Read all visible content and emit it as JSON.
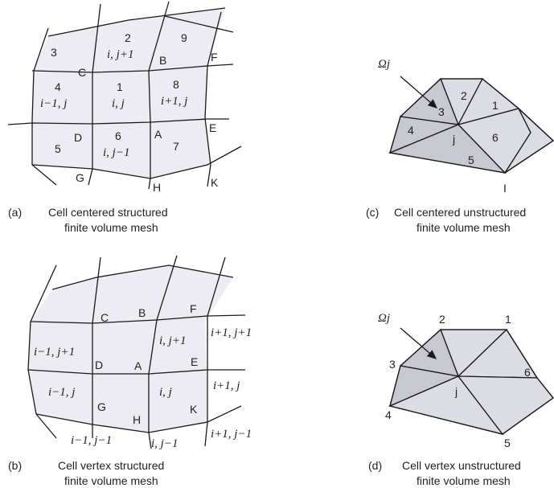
{
  "panel_a": {
    "caption_tag": "(a)",
    "caption_line1": "Cell centered structured",
    "caption_line2": "finite volume mesh",
    "cells": [
      {
        "num": "2",
        "idx": "i, j+1"
      },
      {
        "num": "9",
        "idx": ""
      },
      {
        "num": "3",
        "idx": ""
      },
      {
        "num": "4",
        "idx": "i−1, j"
      },
      {
        "num": "1",
        "idx": "i, j"
      },
      {
        "num": "8",
        "idx": "i+1, j"
      },
      {
        "num": "5",
        "idx": ""
      },
      {
        "num": "6",
        "idx": "i, j−1"
      },
      {
        "num": "7",
        "idx": ""
      }
    ],
    "points": [
      "C",
      "B",
      "F",
      "D",
      "A",
      "E",
      "G",
      "H",
      "K"
    ]
  },
  "panel_b": {
    "caption_tag": "(b)",
    "caption_line1": "Cell vertex structured",
    "caption_line2": "finite volume mesh",
    "points": [
      "C",
      "B",
      "F",
      "D",
      "A",
      "E",
      "G",
      "H",
      "K"
    ],
    "indices": [
      "i−1, j+1",
      "i, j+1",
      "i+1, j+1",
      "i−1, j",
      "i, j",
      "i+1, j",
      "i−1, j−1",
      "i, j−1",
      "i+1, j−1"
    ]
  },
  "panel_c": {
    "caption_tag": "(c)",
    "caption_line1": "Cell centered unstructured",
    "caption_line2": "finite volume mesh",
    "omega": "Ωj",
    "cells": [
      "2",
      "1",
      "3",
      "4",
      "6",
      "5"
    ],
    "center": "j",
    "corner": "I"
  },
  "panel_d": {
    "caption_tag": "(d)",
    "caption_line1": "Cell vertex unstructured",
    "caption_line2": "finite volume mesh",
    "omega": "Ωj",
    "nodes": [
      "2",
      "1",
      "3",
      "6",
      "4",
      "5"
    ],
    "center": "j"
  }
}
